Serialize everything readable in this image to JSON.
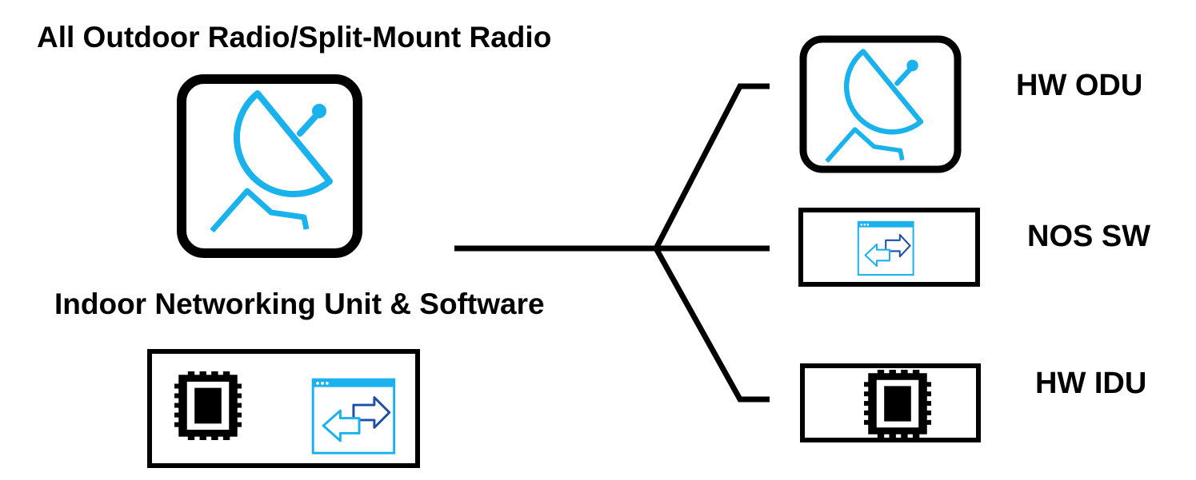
{
  "diagram": {
    "title_outdoor": "All Outdoor Radio/Split-Mount Radio",
    "title_indoor": "Indoor Networking Unit & Software",
    "branches": [
      {
        "label": "HW ODU",
        "icon": "satellite-dish-icon"
      },
      {
        "label": "NOS SW",
        "icon": "software-window-icon"
      },
      {
        "label": "HW IDU",
        "icon": "chip-icon"
      }
    ],
    "colors": {
      "outline": "#000000",
      "accent": "#1ab2ec",
      "accent_dark": "#1f4fa3"
    }
  }
}
